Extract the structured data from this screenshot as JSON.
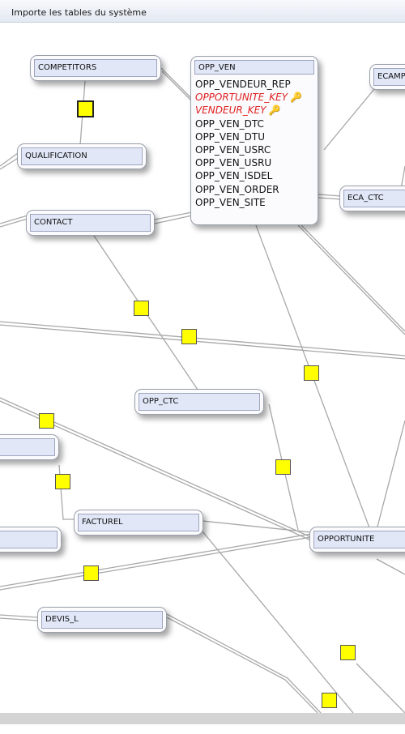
{
  "window": {
    "title": "Importe les tables du système"
  },
  "tables": {
    "competitors": "COMPETITORS",
    "qualification": "QUALIFICATION",
    "contact": "CONTACT",
    "opp_ven": {
      "title": "OPP_VEN",
      "fields": [
        {
          "name": "OPP_VENDEUR_REP",
          "key": false
        },
        {
          "name": "OPPORTUNITE_KEY",
          "key": true
        },
        {
          "name": "VENDEUR_KEY",
          "key": true
        },
        {
          "name": "OPP_VEN_DTC",
          "key": false
        },
        {
          "name": "OPP_VEN_DTU",
          "key": false
        },
        {
          "name": "OPP_VEN_USRC",
          "key": false
        },
        {
          "name": "OPP_VEN_USRU",
          "key": false
        },
        {
          "name": "OPP_VEN_ISDEL",
          "key": false
        },
        {
          "name": "OPP_VEN_ORDER",
          "key": false
        },
        {
          "name": "OPP_VEN_SITE",
          "key": false
        }
      ]
    },
    "ecamp": "ECAMP",
    "eca_ctc": "ECA_CTC",
    "opp_ctc": "OPP_CTC",
    "facturel": "FACTUREL",
    "opportunite": "OPPORTUNITE",
    "devis_l": "DEVIS_L",
    "partial_1": "",
    "partial_2": ""
  },
  "colors": {
    "join_marker": "#ffff00",
    "key_field": "#e02020",
    "header_fill": "#e1e7f7",
    "link_line": "#a8a8a8"
  },
  "icons": {
    "key": "key-icon"
  }
}
